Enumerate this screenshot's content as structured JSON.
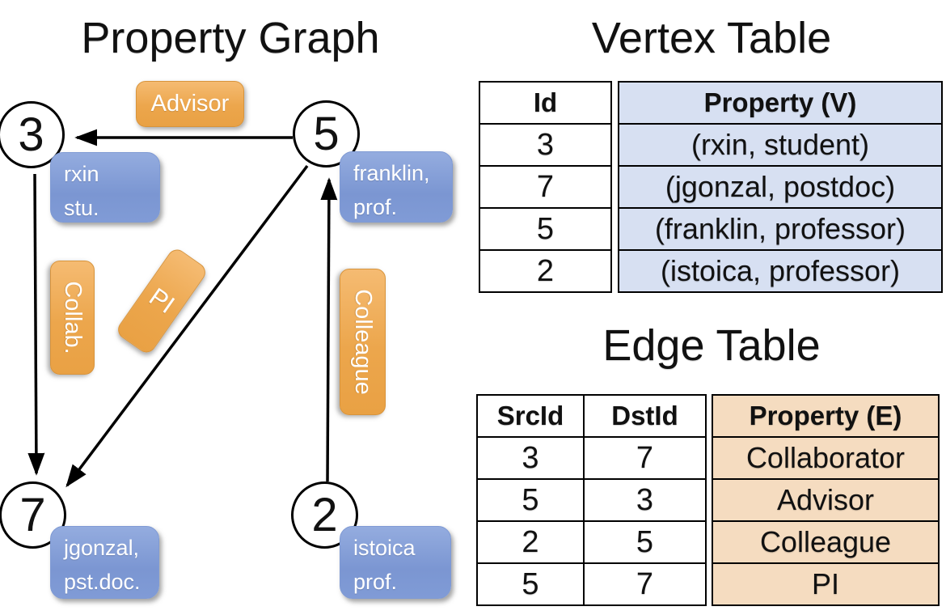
{
  "graph": {
    "title": "Property Graph",
    "nodes": {
      "n3": "3",
      "n5": "5",
      "n7": "7",
      "n2": "2"
    },
    "edge_labels": {
      "advisor": "Advisor",
      "collab": "Collab.",
      "pi": "PI",
      "colleague": "Colleague"
    },
    "vertex_props": {
      "rxin": {
        "l1": "rxin",
        "l2": "stu."
      },
      "franklin": {
        "l1": "franklin,",
        "l2": "prof."
      },
      "jgonzal": {
        "l1": "jgonzal,",
        "l2": "pst.doc."
      },
      "istoica": {
        "l1": "istoica",
        "l2": "prof."
      }
    }
  },
  "vertex_table": {
    "title": "Vertex Table",
    "col_id": "Id",
    "col_property": "Property (V)",
    "rows": [
      {
        "id": "3",
        "property": "(rxin, student)"
      },
      {
        "id": "7",
        "property": "(jgonzal, postdoc)"
      },
      {
        "id": "5",
        "property": "(franklin, professor)"
      },
      {
        "id": "2",
        "property": "(istoica, professor)"
      }
    ]
  },
  "edge_table": {
    "title": "Edge Table",
    "col_src": "SrcId",
    "col_dst": "DstId",
    "col_property": "Property (E)",
    "rows": [
      {
        "src": "3",
        "dst": "7",
        "property": "Collaborator"
      },
      {
        "src": "5",
        "dst": "3",
        "property": "Advisor"
      },
      {
        "src": "2",
        "dst": "5",
        "property": "Colleague"
      },
      {
        "src": "5",
        "dst": "7",
        "property": "PI"
      }
    ]
  },
  "colors": {
    "vertex_fill": "#d7e0f2",
    "edge_fill": "#f5dcc0",
    "node_label_blue": "#7b96d2",
    "edge_label_orange": "#eca64c",
    "line_black": "#000000"
  }
}
